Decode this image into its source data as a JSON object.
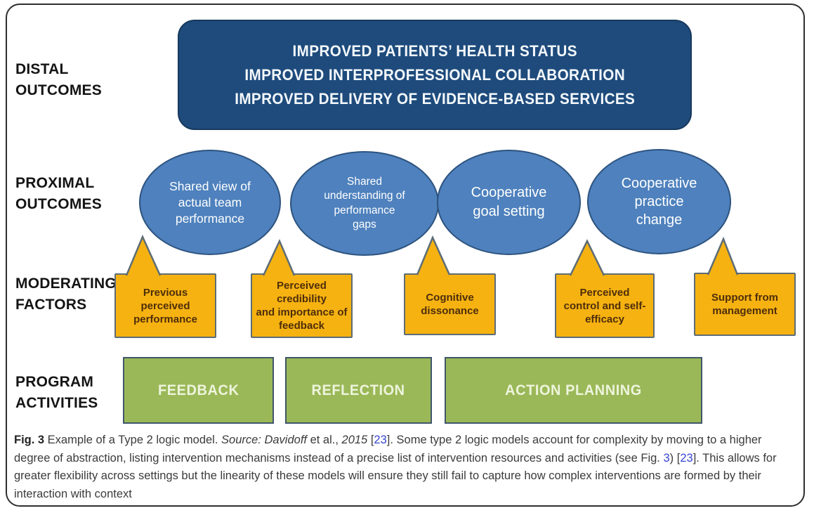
{
  "colors": {
    "navy": "#1e4b7c",
    "navy-border": "#17395e",
    "ellipse": "#4e81bd",
    "ellipse-border": "#2d537f",
    "amber": "#f6b211",
    "amber-border": "#5d6c75",
    "amber-text": "#4e2e0b",
    "green": "#9bb858",
    "green-border": "#40566a",
    "green-text": "#edf4dc",
    "label-text": "#141414",
    "frame-border": "#2f2f2f",
    "caption-text": "#3b3b3b",
    "link": "#3846d2"
  },
  "figure": {
    "row_labels": [
      {
        "text": "DISTAL\nOUTCOMES"
      },
      {
        "text": "PROXIMAL\nOUTCOMES"
      },
      {
        "text": "MODERATING\nFACTORS"
      },
      {
        "text": "PROGRAM\nACTIVITIES"
      }
    ],
    "distal_box": {
      "text": "IMPROVED  PATIENTS’ HEALTH STATUS\nIMPROVED INTERPROFESSIONAL COLLABORATION\nIMPROVED DELIVERY OF EVIDENCE-BASED SERVICES"
    },
    "proximal_ellipses": [
      {
        "text": "Shared view of\nactual team\nperformance"
      },
      {
        "text": "Shared\nunderstanding of\nperformance\ngaps"
      },
      {
        "text": "Cooperative\ngoal setting"
      },
      {
        "text": "Cooperative\npractice\nchange"
      }
    ],
    "moderating_callouts": [
      {
        "text": "Previous\nperceived\nperformance"
      },
      {
        "text": "Perceived credibility\nand importance of\nfeedback"
      },
      {
        "text": "Cognitive\ndissonance"
      },
      {
        "text": "Perceived\ncontrol and self-\nefficacy"
      },
      {
        "text": "Support from\nmanagement"
      }
    ],
    "program_boxes": [
      {
        "text": "FEEDBACK"
      },
      {
        "text": "REFLECTION"
      },
      {
        "text": "ACTION PLANNING"
      }
    ]
  },
  "caption": {
    "segments": [
      {
        "text": "Fig. 3"
      },
      {
        "text": " Example of a Type 2 logic model. "
      },
      {
        "text": "Source: Davidoff"
      },
      {
        "text": " et al., "
      },
      {
        "text": "2015"
      },
      {
        "text": " ["
      },
      {
        "text": "23"
      },
      {
        "text": "]. Some type 2 logic models account for complexity by moving to a higher degree of abstraction, listing intervention mechanisms instead of a precise list of intervention resources and activities (see Fig. "
      },
      {
        "text": "3"
      },
      {
        "text": ") ["
      },
      {
        "text": "23"
      },
      {
        "text": "]. This allows for greater flexibility across settings but the linearity of these models will ensure they still fail to capture how complex interventions are formed by their interaction with context"
      }
    ]
  }
}
